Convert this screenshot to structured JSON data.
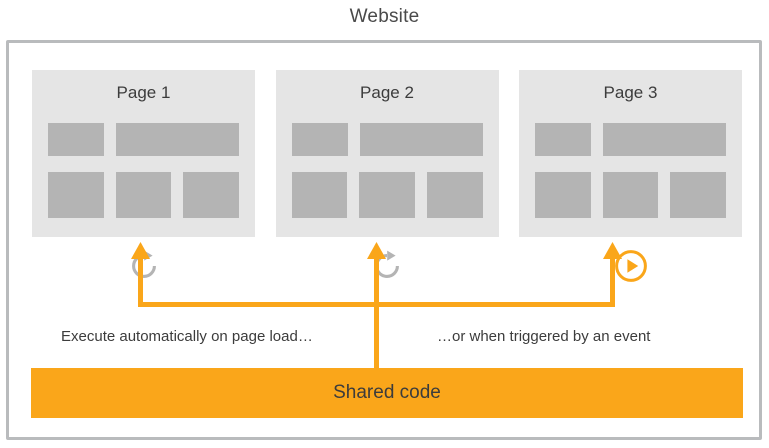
{
  "title": "Website",
  "colors": {
    "accent_orange": "#faa61a",
    "frame_border": "#b9bbbd",
    "card_background": "#e5e5e5",
    "wireframe_box": "#b4b4b4",
    "text_dark": "#3c3c3c",
    "icon_gray": "#b4b4b4",
    "page_background": "#ffffff"
  },
  "pages": [
    {
      "label": "Page 1",
      "trigger_icon": "reload-icon",
      "trigger_icon_color": "#b4b4b4"
    },
    {
      "label": "Page 2",
      "trigger_icon": "reload-icon",
      "trigger_icon_color": "#b4b4b4"
    },
    {
      "label": "Page 3",
      "trigger_icon": "play-icon",
      "trigger_icon_color": "#faa61a"
    }
  ],
  "captions": {
    "left": "Execute automatically on page load…",
    "right": "…or when triggered by an event"
  },
  "shared_code": {
    "label": "Shared code"
  }
}
